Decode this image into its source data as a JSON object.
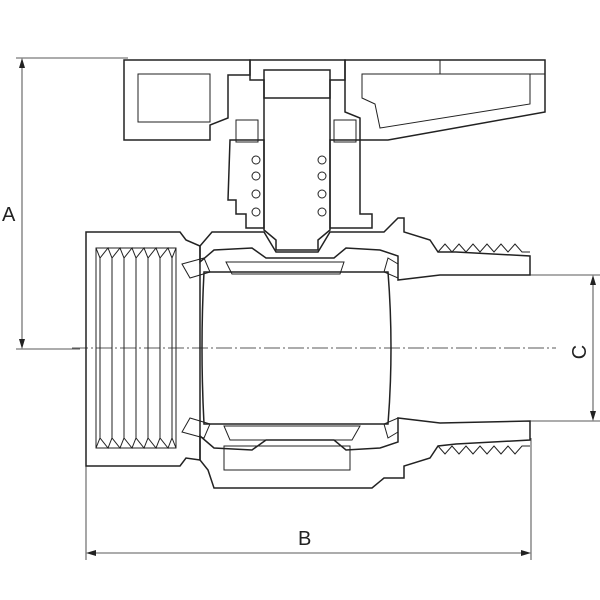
{
  "dimensions": {
    "a_label": "A",
    "b_label": "B",
    "c_label": "C"
  },
  "colors": {
    "line": "#222222",
    "hatch": "#222222",
    "background": "#ffffff"
  }
}
